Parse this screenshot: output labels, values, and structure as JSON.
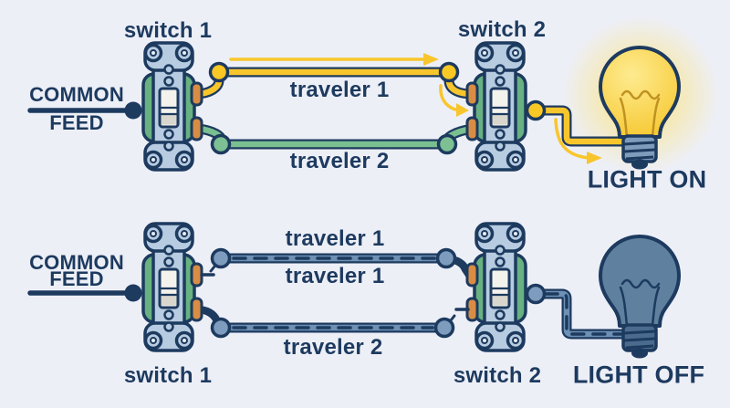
{
  "colors": {
    "background": "#edeff7",
    "navy_outline_text": "#1d3a5f",
    "traveler1_yellow": "#f8c62c",
    "traveler2_green": "#79bf90",
    "switch_body_green": "#68b181",
    "switch_strap_blue": "#b7cce1",
    "terminal_orange": "#d98d44",
    "dead_wire_steel": "#6e90b4",
    "bulb_on_yellow": "#f7c72e",
    "bulb_on_glow": "#fce37a",
    "bulb_off_slate": "#60809f"
  },
  "on": {
    "switch1_label": "switch 1",
    "switch2_label": "switch 2",
    "common_line1": "COMMON",
    "common_line2": "FEED",
    "traveler1_label": "traveler 1",
    "traveler2_label": "traveler 2",
    "light_label": "LIGHT ON"
  },
  "off": {
    "switch1_label": "switch 1",
    "switch2_label": "switch 2",
    "common_line1": "COMMON",
    "common_line2": "FEED",
    "traveler1_label_above": "traveler 1",
    "traveler1_label_below": "traveler 1",
    "traveler2_label": "traveler 2",
    "light_label": "LIGHT OFF"
  }
}
